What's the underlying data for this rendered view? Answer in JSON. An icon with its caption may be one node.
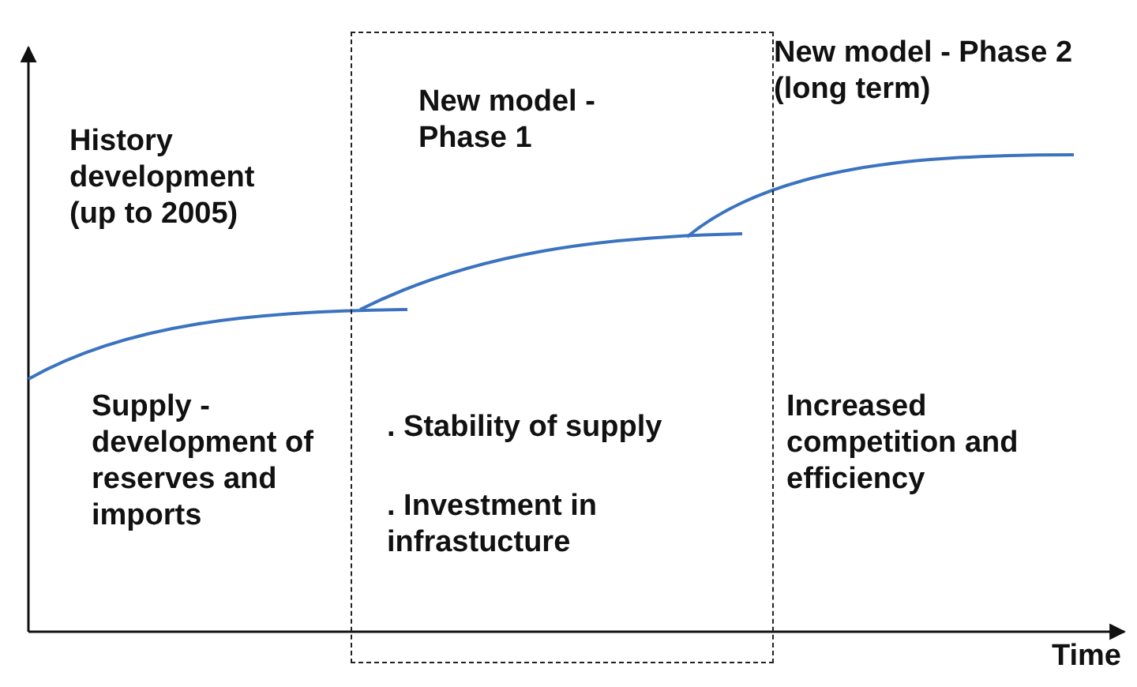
{
  "diagram": {
    "nodes": [
      {
        "text": [
          "New model - Phase 1",
          ". Stability of supply",
          ". Investment in infrastucture"
        ]
      }
    ],
    "edges": [],
    "labels": [
      "New model - Phase 2 (long term)",
      "History development (up to 2005)",
      "Supply - development of reserves and imports",
      "Increased competition and efficiency",
      "Time"
    ]
  }
}
